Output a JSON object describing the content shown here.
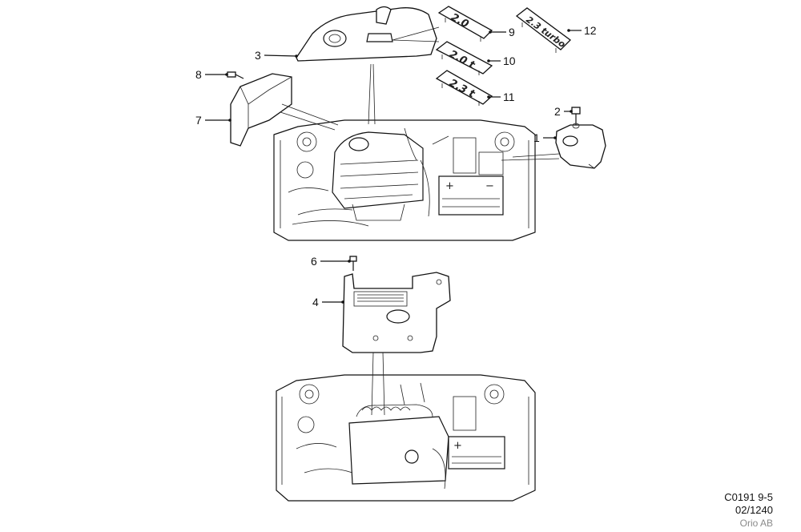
{
  "diagram": {
    "callouts": [
      "1",
      "2",
      "3",
      "4",
      "6",
      "7",
      "8",
      "9",
      "10",
      "11",
      "12"
    ],
    "badges": {
      "b9": "2.0",
      "b10": "2.0 t",
      "b11": "2.3 t",
      "b12": "2.3 turbo"
    }
  },
  "footer": {
    "code": "C0191 9-5",
    "drawing_no": "02/1240",
    "copyright": "Orio AB"
  },
  "colors": {
    "line": "#111111",
    "copyright": "#8a8a8a"
  }
}
